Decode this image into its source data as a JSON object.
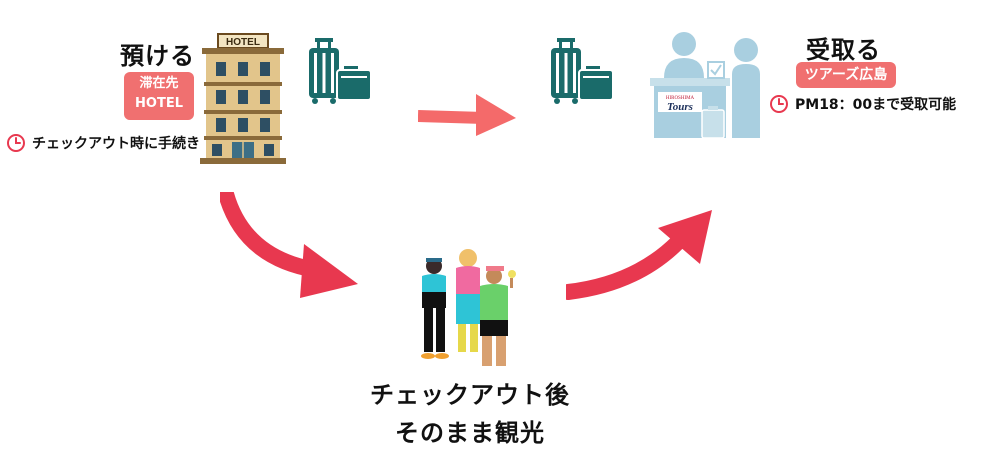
{
  "left": {
    "title": "預ける",
    "badge_line1": "滞在先",
    "badge_line2": "HOTEL",
    "note": "チェックアウト時に手続き",
    "hotel_sign": "HOTEL"
  },
  "right": {
    "title": "受取る",
    "badge": "ツアーズ広島",
    "note": "PM18：00まで受取可能",
    "counter_logo_small": "HIROSHIMA",
    "counter_logo_main": "Tours"
  },
  "bottom": {
    "caption_line1": "チェックアウト後",
    "caption_line2": "そのまま観光"
  },
  "colors": {
    "accent_red": "#e8384f",
    "badge_red": "#f07070",
    "luggage_teal": "#1a6b6a",
    "counter_blue": "#a9cfe0"
  },
  "icons": [
    "clock-icon",
    "hotel-icon",
    "luggage-icon",
    "reception-counter-icon",
    "tourists-illustration",
    "arrow-icon"
  ]
}
